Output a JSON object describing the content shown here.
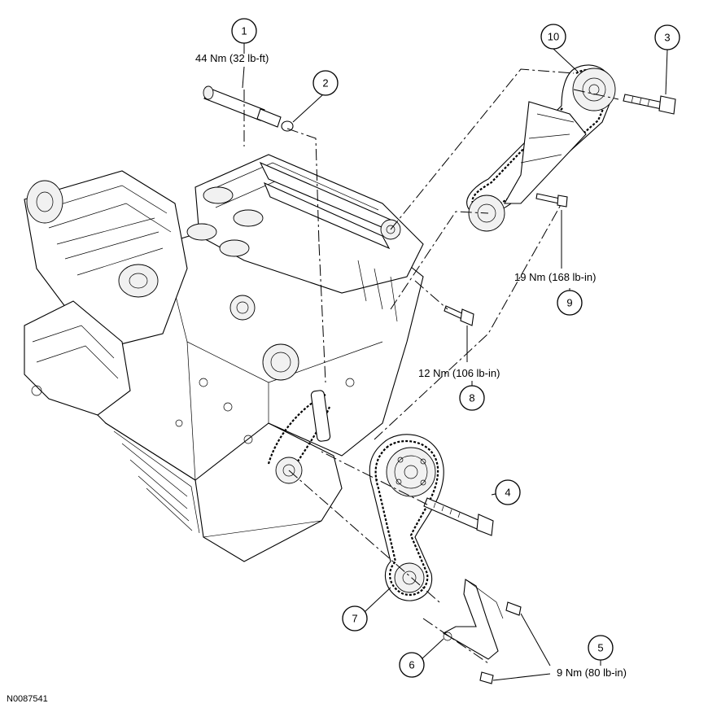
{
  "figure_id": "N0087541",
  "callouts": {
    "c1": "1",
    "c2": "2",
    "c3": "3",
    "c4": "4",
    "c5": "5",
    "c6": "6",
    "c7": "7",
    "c8": "8",
    "c9": "9",
    "c10": "10"
  },
  "torque_specs": {
    "spec1": "44 Nm (32 lb-ft)",
    "spec9": "19 Nm (168 lb-in)",
    "spec8": "12 Nm (106 lb-in)",
    "spec5": "9 Nm (80 lb-in)"
  }
}
